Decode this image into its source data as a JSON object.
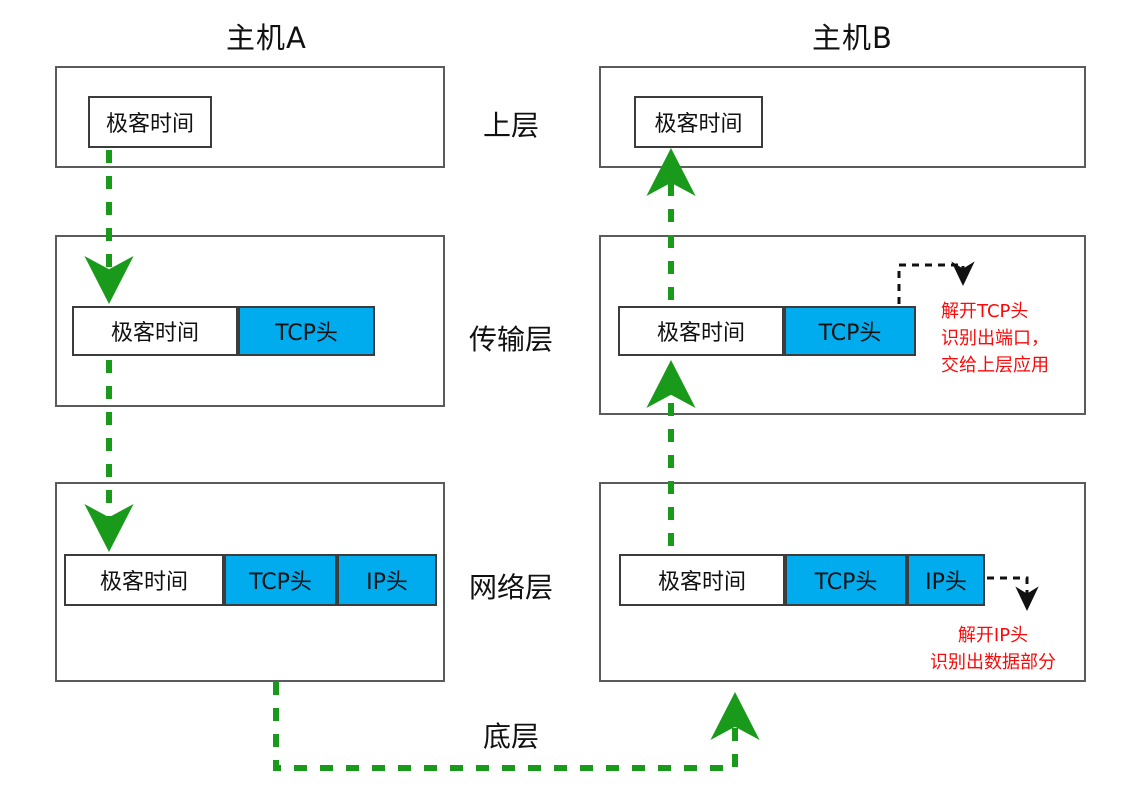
{
  "diagram": {
    "title_left": "主机A",
    "title_right": "主机B",
    "layers": [
      {
        "key": "upper",
        "label": "上层"
      },
      {
        "key": "transport",
        "label": "传输层"
      },
      {
        "key": "network",
        "label": "网络层"
      },
      {
        "key": "bottom",
        "label": "底层"
      }
    ],
    "labels": {
      "payload": "极客时间",
      "tcp_header": "TCP头",
      "ip_header": "IP头"
    },
    "host_a": {
      "name": "主机A",
      "upper": {
        "segments": [
          "极客时间"
        ]
      },
      "transport": {
        "segments": [
          "极客时间",
          "TCP头"
        ]
      },
      "network": {
        "segments": [
          "极客时间",
          "TCP头",
          "IP头"
        ]
      }
    },
    "host_b": {
      "name": "主机B",
      "upper": {
        "segments": [
          "极客时间"
        ]
      },
      "transport": {
        "segments": [
          "极客时间",
          "TCP头"
        ]
      },
      "network": {
        "segments": [
          "极客时间",
          "TCP头",
          "IP头"
        ]
      }
    },
    "annotations": {
      "transport": {
        "line1": "解开TCP头",
        "line2": "识别出端口，",
        "line3": "交给上层应用"
      },
      "network": {
        "line1": "解开IP头",
        "line2": "识别出数据部分"
      }
    },
    "colors": {
      "header_fill": "#00aced",
      "flow_arrow": "#1a9a1a",
      "annotation_text": "#fb0a0a",
      "frame_border": "#5b5b5b",
      "segment_border": "#3c3c3c",
      "background": "#ffffff"
    }
  }
}
